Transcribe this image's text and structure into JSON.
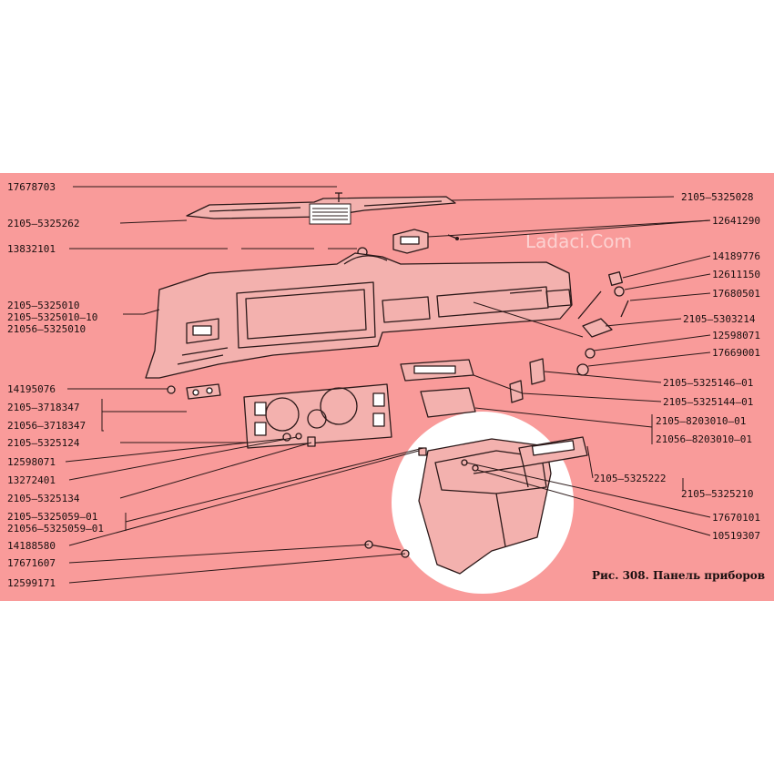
{
  "watermark": "Ladaci.Com",
  "caption": "Рис. 308. Панель приборов",
  "left_labels": [
    "17678703",
    "2105–5325262",
    "13832101",
    "2105–5325010",
    "2105–5325010–10",
    "21056–5325010",
    "14195076",
    "2105–3718347",
    "21056–3718347",
    "2105–5325124",
    "12598071",
    "13272401",
    "2105–5325134",
    "2105–5325059–01",
    "21056–5325059–01",
    "14188580",
    "17671607",
    "12599171"
  ],
  "right_labels": [
    "2105–5325028",
    "12641290",
    "14189776",
    "12611150",
    "17680501",
    "2105–5303214",
    "12598071",
    "17669001",
    "2105–5325146–01",
    "2105–5325144–01",
    "2105–8203010–01",
    "21056–8203010–01",
    "2105–5325222",
    "2105–5325210",
    "17670101",
    "10519307"
  ]
}
